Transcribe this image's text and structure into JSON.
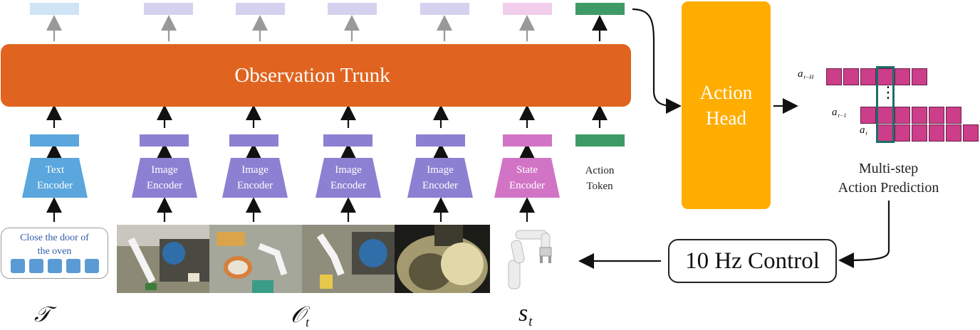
{
  "observation_trunk_label": "Observation Trunk",
  "action_head_label": "Action\nHead",
  "text_prompt": "Close the door of\nthe oven",
  "encoders": {
    "text": "Text\nEncoder",
    "image": "Image\nEncoder",
    "state": "State\nEncoder"
  },
  "action_token_label": "Action\nToken",
  "control_label": "10 Hz Control",
  "prediction_label": "Multi-step\nAction Prediction",
  "symbols": {
    "text_script": "𝒯",
    "obs_script": "𝒪",
    "obs_sub": "t",
    "state_base": "s",
    "state_sub": "t"
  },
  "action_rows": {
    "top_base": "a",
    "top_sub": "t−H",
    "mid_base": "a",
    "mid_sub": "t−1",
    "bot_base": "a",
    "bot_sub": "t",
    "ellipsis": "⋮"
  },
  "colors": {
    "trunk": "#E0641F",
    "action_head": "#FFAD00",
    "text_encoder": "#5AA6DD",
    "image_encoder": "#8C80D2",
    "state_encoder": "#D274C6",
    "action_token": "#3F9B65",
    "action_cell": "#CC3E8A",
    "highlight": "#1E6E6A"
  }
}
